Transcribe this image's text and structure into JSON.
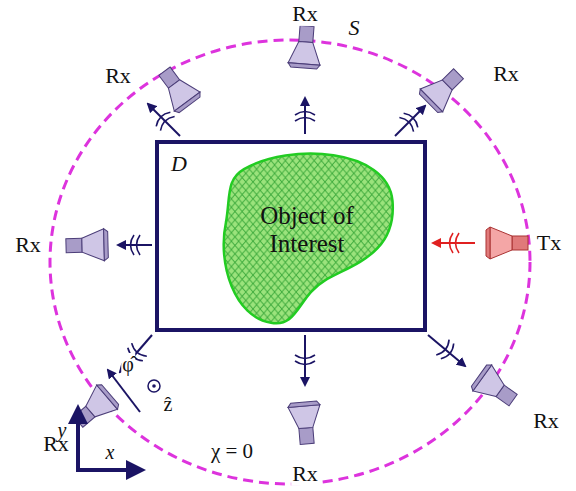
{
  "diagram": {
    "nodes": [
      {
        "text": [
          "D"
        ]
      },
      {
        "text": [
          "Object of Interest"
        ],
        "in": 0
      }
    ],
    "labels": [
      "Rx",
      "S",
      "Rx",
      "Rx",
      "Rx",
      "Tx",
      "Rx",
      "Rx",
      "φ̂",
      "ẑ",
      "y",
      "x",
      "χ = 0",
      "Rx"
    ]
  }
}
